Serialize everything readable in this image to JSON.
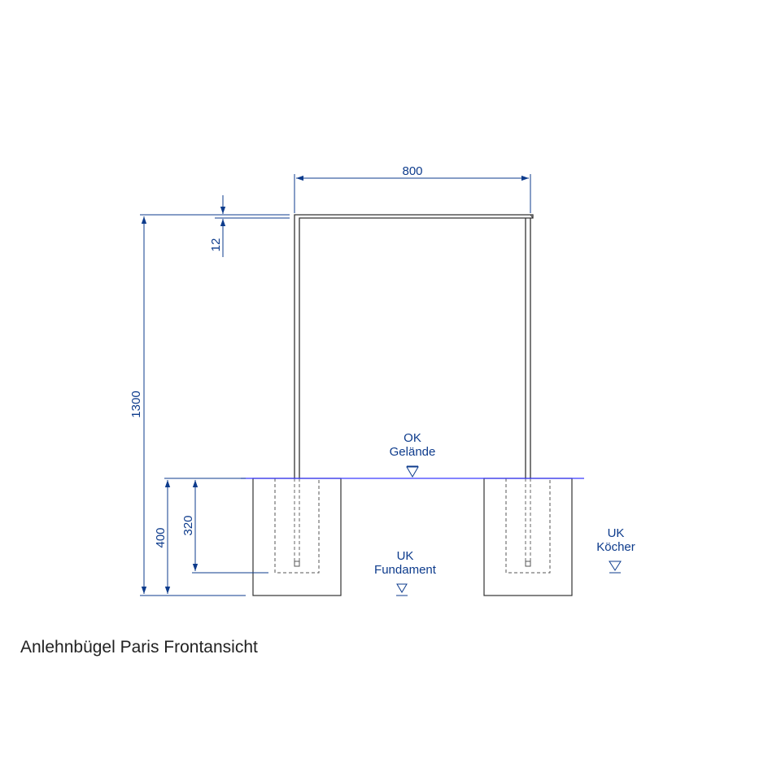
{
  "caption": "Anlehnbügel Paris Frontansicht",
  "dimensions": {
    "width": "800",
    "tube": "12",
    "total_height": "1300",
    "foundation_depth": "400",
    "quiver_depth": "320"
  },
  "levels": {
    "ground": [
      "OK",
      "Gelände"
    ],
    "foundation": [
      "UK",
      "Fundament"
    ],
    "quiver": [
      "UK",
      "Köcher"
    ]
  },
  "colors": {
    "dimension": "#0d3b8c",
    "ground_line": "#3a3aff",
    "outline": "#333333"
  }
}
